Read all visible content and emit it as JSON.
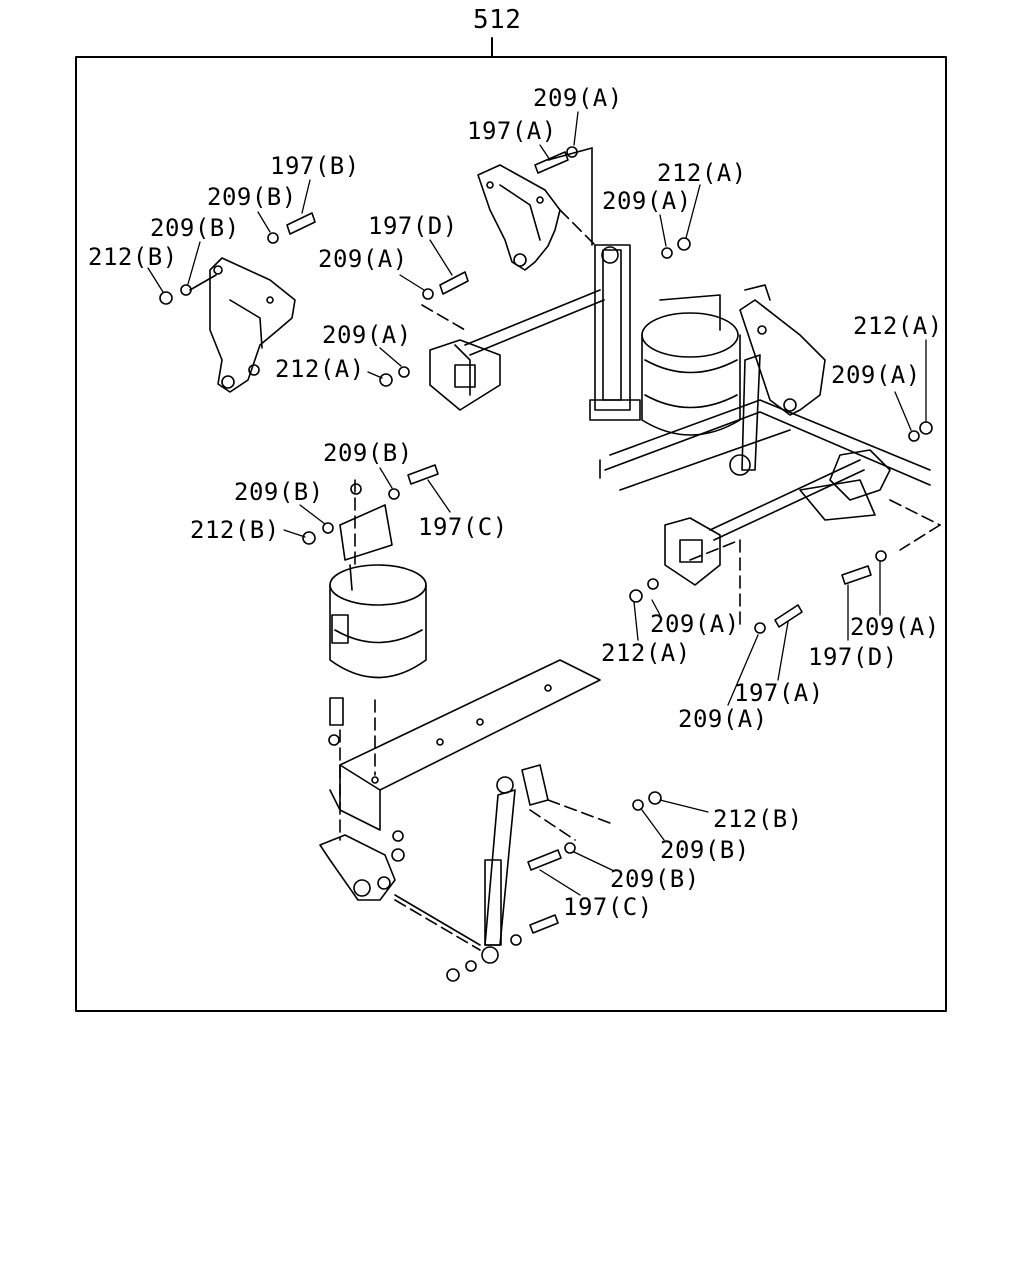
{
  "diagram": {
    "assembly_number": "512",
    "callouts": [
      {
        "id": "c01",
        "text": "209(A)"
      },
      {
        "id": "c02",
        "text": "197(A)"
      },
      {
        "id": "c03",
        "text": "212(A)"
      },
      {
        "id": "c04",
        "text": "209(A)"
      },
      {
        "id": "c05",
        "text": "197(B)"
      },
      {
        "id": "c06",
        "text": "209(B)"
      },
      {
        "id": "c07",
        "text": "209(B)"
      },
      {
        "id": "c08",
        "text": "212(B)"
      },
      {
        "id": "c09",
        "text": "197(D)"
      },
      {
        "id": "c10",
        "text": "209(A)"
      },
      {
        "id": "c11",
        "text": "209(A)"
      },
      {
        "id": "c12",
        "text": "212(A)"
      },
      {
        "id": "c13",
        "text": "212(A)"
      },
      {
        "id": "c14",
        "text": "209(A)"
      },
      {
        "id": "c15",
        "text": "209(B)"
      },
      {
        "id": "c16",
        "text": "209(B)"
      },
      {
        "id": "c17",
        "text": "197(C)"
      },
      {
        "id": "c18",
        "text": "212(B)"
      },
      {
        "id": "c19",
        "text": "209(A)"
      },
      {
        "id": "c20",
        "text": "212(A)"
      },
      {
        "id": "c21",
        "text": "209(A)"
      },
      {
        "id": "c22",
        "text": "197(D)"
      },
      {
        "id": "c23",
        "text": "197(A)"
      },
      {
        "id": "c24",
        "text": "209(A)"
      },
      {
        "id": "c25",
        "text": "212(B)"
      },
      {
        "id": "c26",
        "text": "209(B)"
      },
      {
        "id": "c27",
        "text": "209(B)"
      },
      {
        "id": "c28",
        "text": "197(C)"
      }
    ]
  }
}
